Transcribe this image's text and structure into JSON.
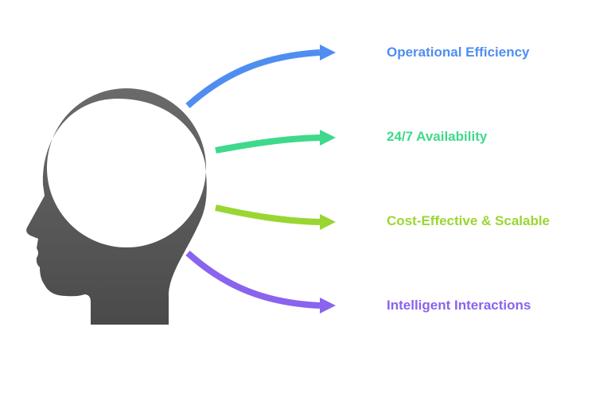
{
  "diagram": {
    "head_color": "#5a5a5a",
    "benefits": [
      {
        "label": "Operational Efficiency",
        "color": "#4f8ef0",
        "icon": "arrow-right-icon"
      },
      {
        "label": "24/7 Availability",
        "color": "#3fd98c",
        "icon": "arrow-right-icon"
      },
      {
        "label": "Cost-Effective & Scalable",
        "color": "#9ad633",
        "icon": "arrow-right-icon"
      },
      {
        "label": "Intelligent Interactions",
        "color": "#8a63ee",
        "icon": "arrow-right-icon"
      }
    ]
  }
}
